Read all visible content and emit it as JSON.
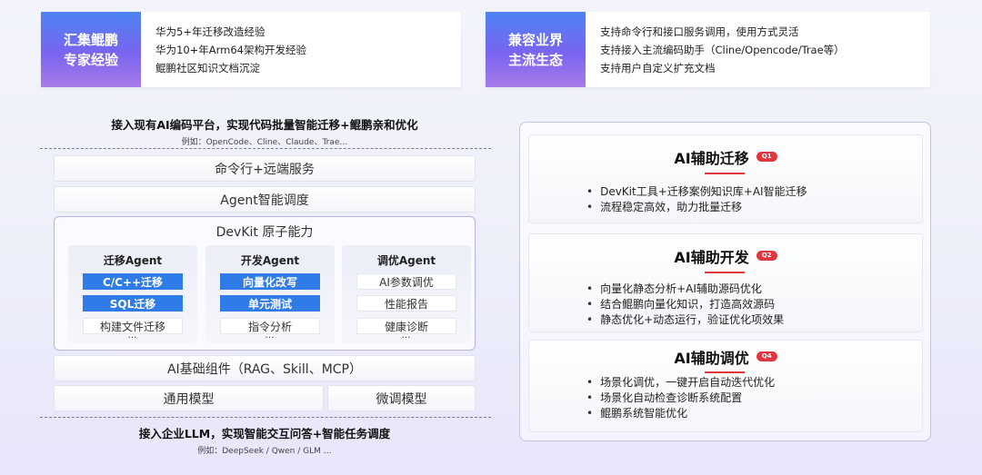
{
  "top_cards": [
    {
      "tag_line1": "汇集鲲鹏",
      "tag_line2": "专家经验",
      "items": [
        "华为5+年迁移改造经验",
        "华为10+年Arm64架构开发经验",
        "鲲鹏社区知识文档沉淀"
      ]
    },
    {
      "tag_line1": "兼容业界",
      "tag_line2": "主流生态",
      "items": [
        "支持命令行和接口服务调用，使用方式灵活",
        "支持接入主流编码助手（Cline/Opencode/Trae等）",
        "支持用户自定义扩充文档"
      ]
    }
  ],
  "architecture": {
    "top_caption": "接入现有AI编码平台，实现代码批量智能迁移+鲲鹏亲和优化",
    "top_example": "例如：OpenCode、Cline、Claude、Trae…",
    "layer_cli": "命令行+远端服务",
    "layer_agent": "Agent智能调度",
    "devkit_title": "DevKit 原子能力",
    "agents": [
      {
        "title": "迁移Agent",
        "chips": [
          "C/C++迁移",
          "SQL迁移",
          "构建文件迁移"
        ],
        "more": "…"
      },
      {
        "title": "开发Agent",
        "chips": [
          "向量化改写",
          "单元测试",
          "指令分析"
        ],
        "more": "…"
      },
      {
        "title": "调优Agent",
        "chips": [
          "AI参数调优",
          "性能报告",
          "健康诊断"
        ],
        "more": "…"
      }
    ],
    "layer_base": "AI基础组件（RAG、Skill、MCP）",
    "model_general": "通用模型",
    "model_finetune": "微调模型",
    "bottom_caption": "接入企业LLM，实现智能交互问答+智能任务调度",
    "bottom_example": "例如：DeepSeek / Qwen / GLM …"
  },
  "sections": [
    {
      "title": "AI辅助迁移",
      "badge": "Q1",
      "items": [
        "DevKit工具+迁移案例知识库+AI智能迁移",
        "流程稳定高效，助力批量迁移"
      ]
    },
    {
      "title": "AI辅助开发",
      "badge": "Q2",
      "items": [
        "向量化静态分析+AI辅助源码优化",
        "结合鲲鹏向量化知识，打造高效源码",
        "静态优化+动态运行，验证优化项效果"
      ]
    },
    {
      "title": "AI辅助调优",
      "badge": "Q4",
      "items": [
        "场景化调优，一键开启自动迭代优化",
        "场景化自动检查诊断系统配置",
        "鲲鹏系统智能优化"
      ]
    }
  ],
  "colors": {
    "accent_blue": "#2f7be7",
    "badge_red": "#e0363e",
    "frame_purple": "#b8b2ee"
  }
}
